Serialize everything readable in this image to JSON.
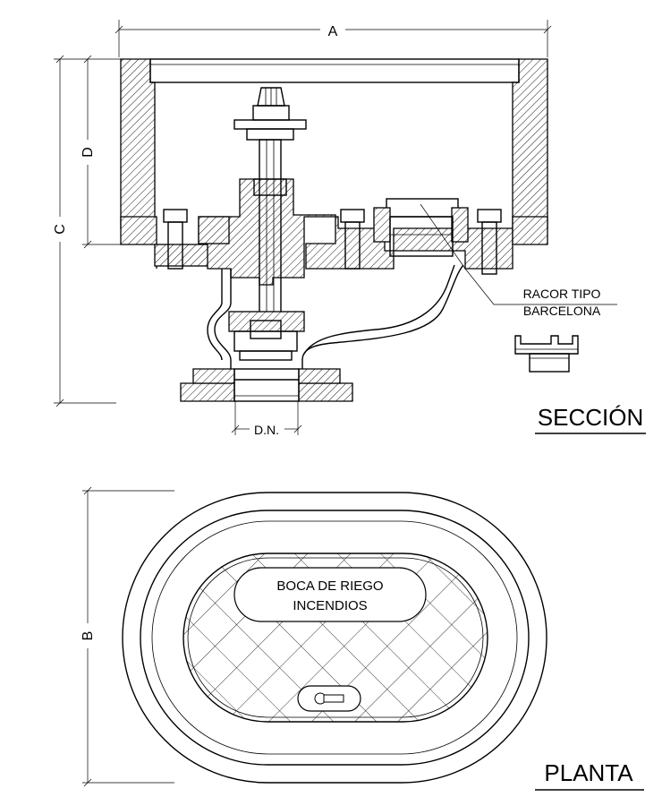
{
  "dimensions": {
    "a": "A",
    "b": "B",
    "c": "C",
    "d": "D",
    "dn": "D.N."
  },
  "callout": {
    "line1": "RACOR TIPO",
    "line2": "BARCELONA"
  },
  "views": {
    "section": "SECCIÓN",
    "plan": "PLANTA"
  },
  "lid": {
    "line1": "BOCA DE RIEGO",
    "line2": "INCENDIOS"
  }
}
